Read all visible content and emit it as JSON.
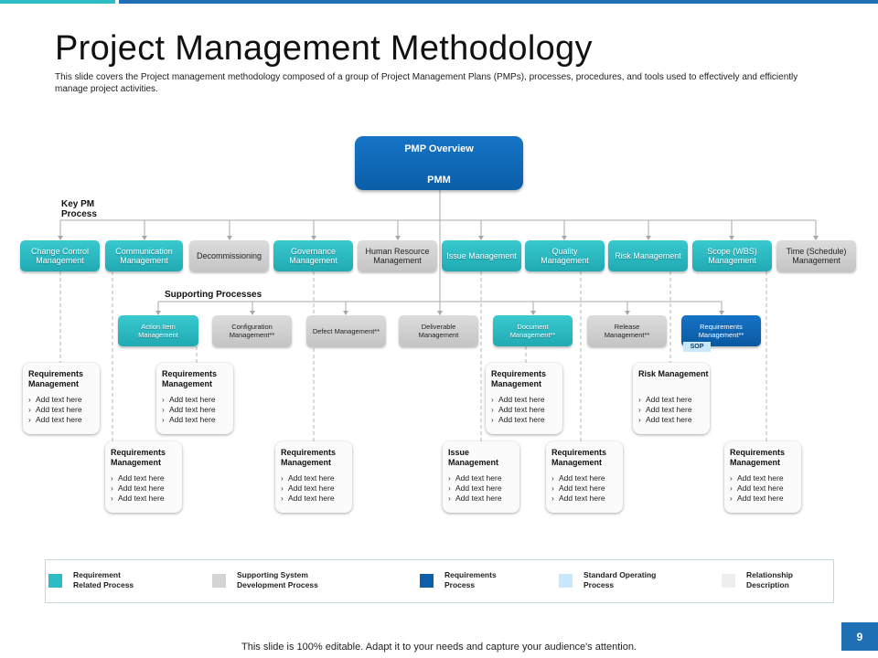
{
  "slide": {
    "title": "Project Management Methodology",
    "subtitle": "This slide covers the Project management methodology composed of a group of Project Management Plans (PMPs), processes, procedures, and tools used to effectively and efficiently manage project activities.",
    "footer": "This slide is 100% editable. Adapt it to your needs and capture your audience's attention.",
    "page_number": "9"
  },
  "overview": {
    "line1": "PMP Overview",
    "line2": "PMM"
  },
  "key_pm_label": "Key PM Process",
  "supporting_label": "Supporting Processes",
  "key_processes": [
    {
      "label": "Change Control Management",
      "style": "teal"
    },
    {
      "label": "Communication Management",
      "style": "teal"
    },
    {
      "label": "Decommissioning",
      "style": "gray"
    },
    {
      "label": "Governance Management",
      "style": "teal"
    },
    {
      "label": "Human Resource Management",
      "style": "gray"
    },
    {
      "label": "Issue Management",
      "style": "teal"
    },
    {
      "label": "Quality Management",
      "style": "teal"
    },
    {
      "label": "Risk Management",
      "style": "teal"
    },
    {
      "label": "Scope (WBS) Management",
      "style": "teal"
    },
    {
      "label": "Time (Schedule) Management",
      "style": "gray"
    }
  ],
  "supporting_processes": [
    {
      "label": "Action Item Management",
      "style": "teal"
    },
    {
      "label": "Configuration Management**",
      "style": "gray"
    },
    {
      "label": "Defect Management**",
      "style": "gray"
    },
    {
      "label": "Deliverable Management",
      "style": "gray"
    },
    {
      "label": "Document Management**",
      "style": "teal"
    },
    {
      "label": "Release Management**",
      "style": "gray"
    },
    {
      "label": "Requirements Management**",
      "style": "blue"
    }
  ],
  "sop_tag": "SOP",
  "cards": [
    {
      "title": "Requirements Management",
      "items": [
        "Add text here",
        "Add text here",
        "Add text here"
      ]
    },
    {
      "title": "Requirements Management",
      "items": [
        "Add text here",
        "Add text here",
        "Add text here"
      ]
    },
    {
      "title": "Requirements Management",
      "items": [
        "Add text here",
        "Add text here",
        "Add text here"
      ]
    },
    {
      "title": "Risk Management",
      "items": [
        "Add text here",
        "Add text here",
        "Add text here"
      ]
    },
    {
      "title": "Requirements Management",
      "items": [
        "Add text here",
        "Add text here",
        "Add text here"
      ]
    },
    {
      "title": "Requirements Management",
      "items": [
        "Add text here",
        "Add text here",
        "Add text here"
      ]
    },
    {
      "title": "Issue Management",
      "items": [
        "Add text here",
        "Add text here",
        "Add text here"
      ]
    },
    {
      "title": "Requirements Management",
      "items": [
        "Add text here",
        "Add text here",
        "Add text here"
      ]
    },
    {
      "title": "Requirements Management",
      "items": [
        "Add text here",
        "Add text here",
        "Add text here"
      ]
    }
  ],
  "legend": [
    {
      "label": "Requirement Related Process",
      "color": "#2bbcc4"
    },
    {
      "label": "Supporting System Development Process",
      "color": "#d4d4d4"
    },
    {
      "label": "Requirements Process",
      "color": "#0b5ea8"
    },
    {
      "label": "Standard Operating Process",
      "color": "#c9e8fb"
    },
    {
      "label": "Relationship Description",
      "color": "#eeeeee"
    }
  ]
}
